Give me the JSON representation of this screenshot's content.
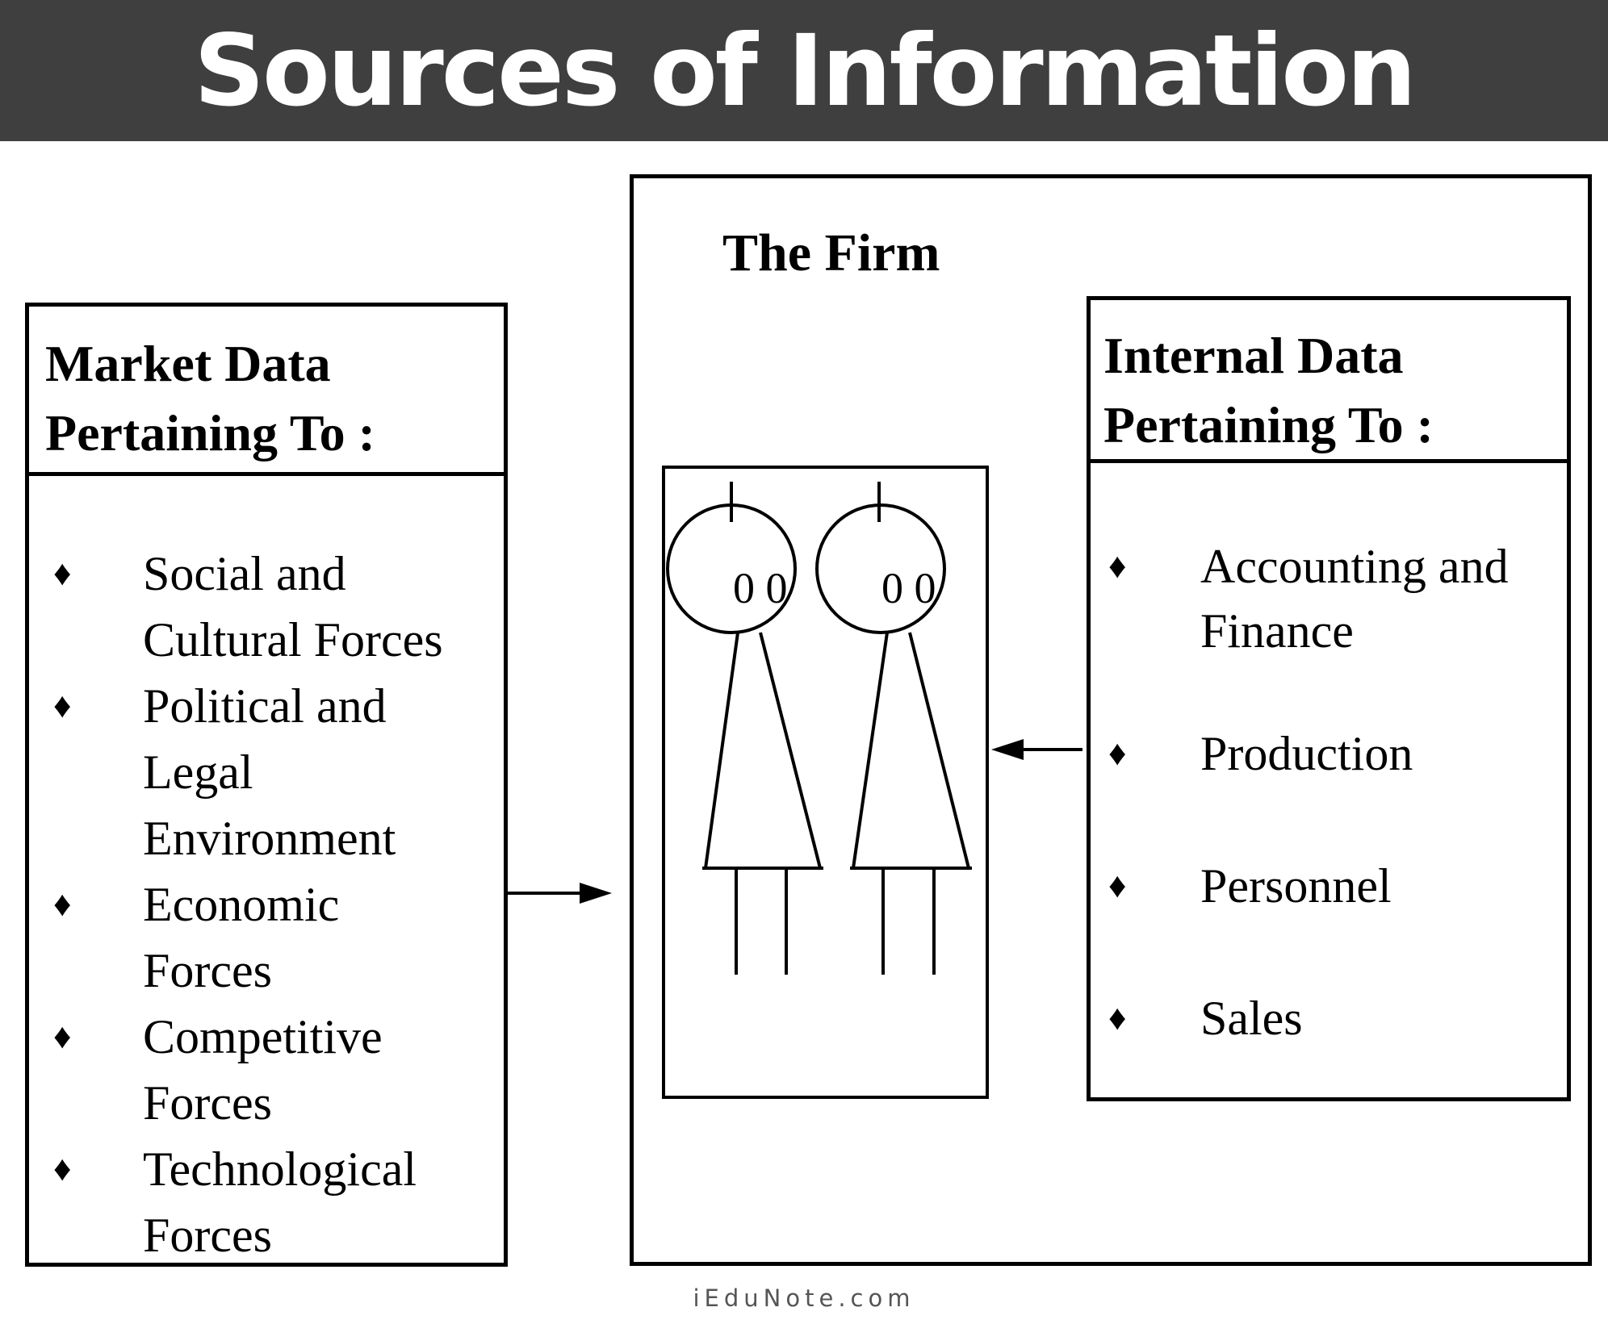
{
  "title": "Sources of Information",
  "market": {
    "heading": [
      "Market Data",
      "Pertaining To :"
    ],
    "items": [
      [
        "Social and",
        "Cultural Forces"
      ],
      [
        "Political and",
        "Legal",
        "Environment"
      ],
      [
        "Economic",
        "Forces"
      ],
      [
        "Competitive",
        "Forces"
      ],
      [
        "Technological",
        "Forces"
      ]
    ]
  },
  "firm": {
    "title": "The Firm",
    "eyes": [
      "0 0",
      "0 0"
    ]
  },
  "internal": {
    "heading": [
      "Internal Data",
      "Pertaining To :"
    ],
    "items": [
      [
        "Accounting and",
        "Finance"
      ],
      [
        "Production"
      ],
      [
        "Personnel"
      ],
      [
        "Sales"
      ]
    ]
  },
  "bullet": "♦",
  "watermark": "iEduNote.com",
  "colors": {
    "title_bar": "#3f3f3f",
    "title_text": "#ffffff",
    "lines": "#000000",
    "watermark": "#555555"
  }
}
